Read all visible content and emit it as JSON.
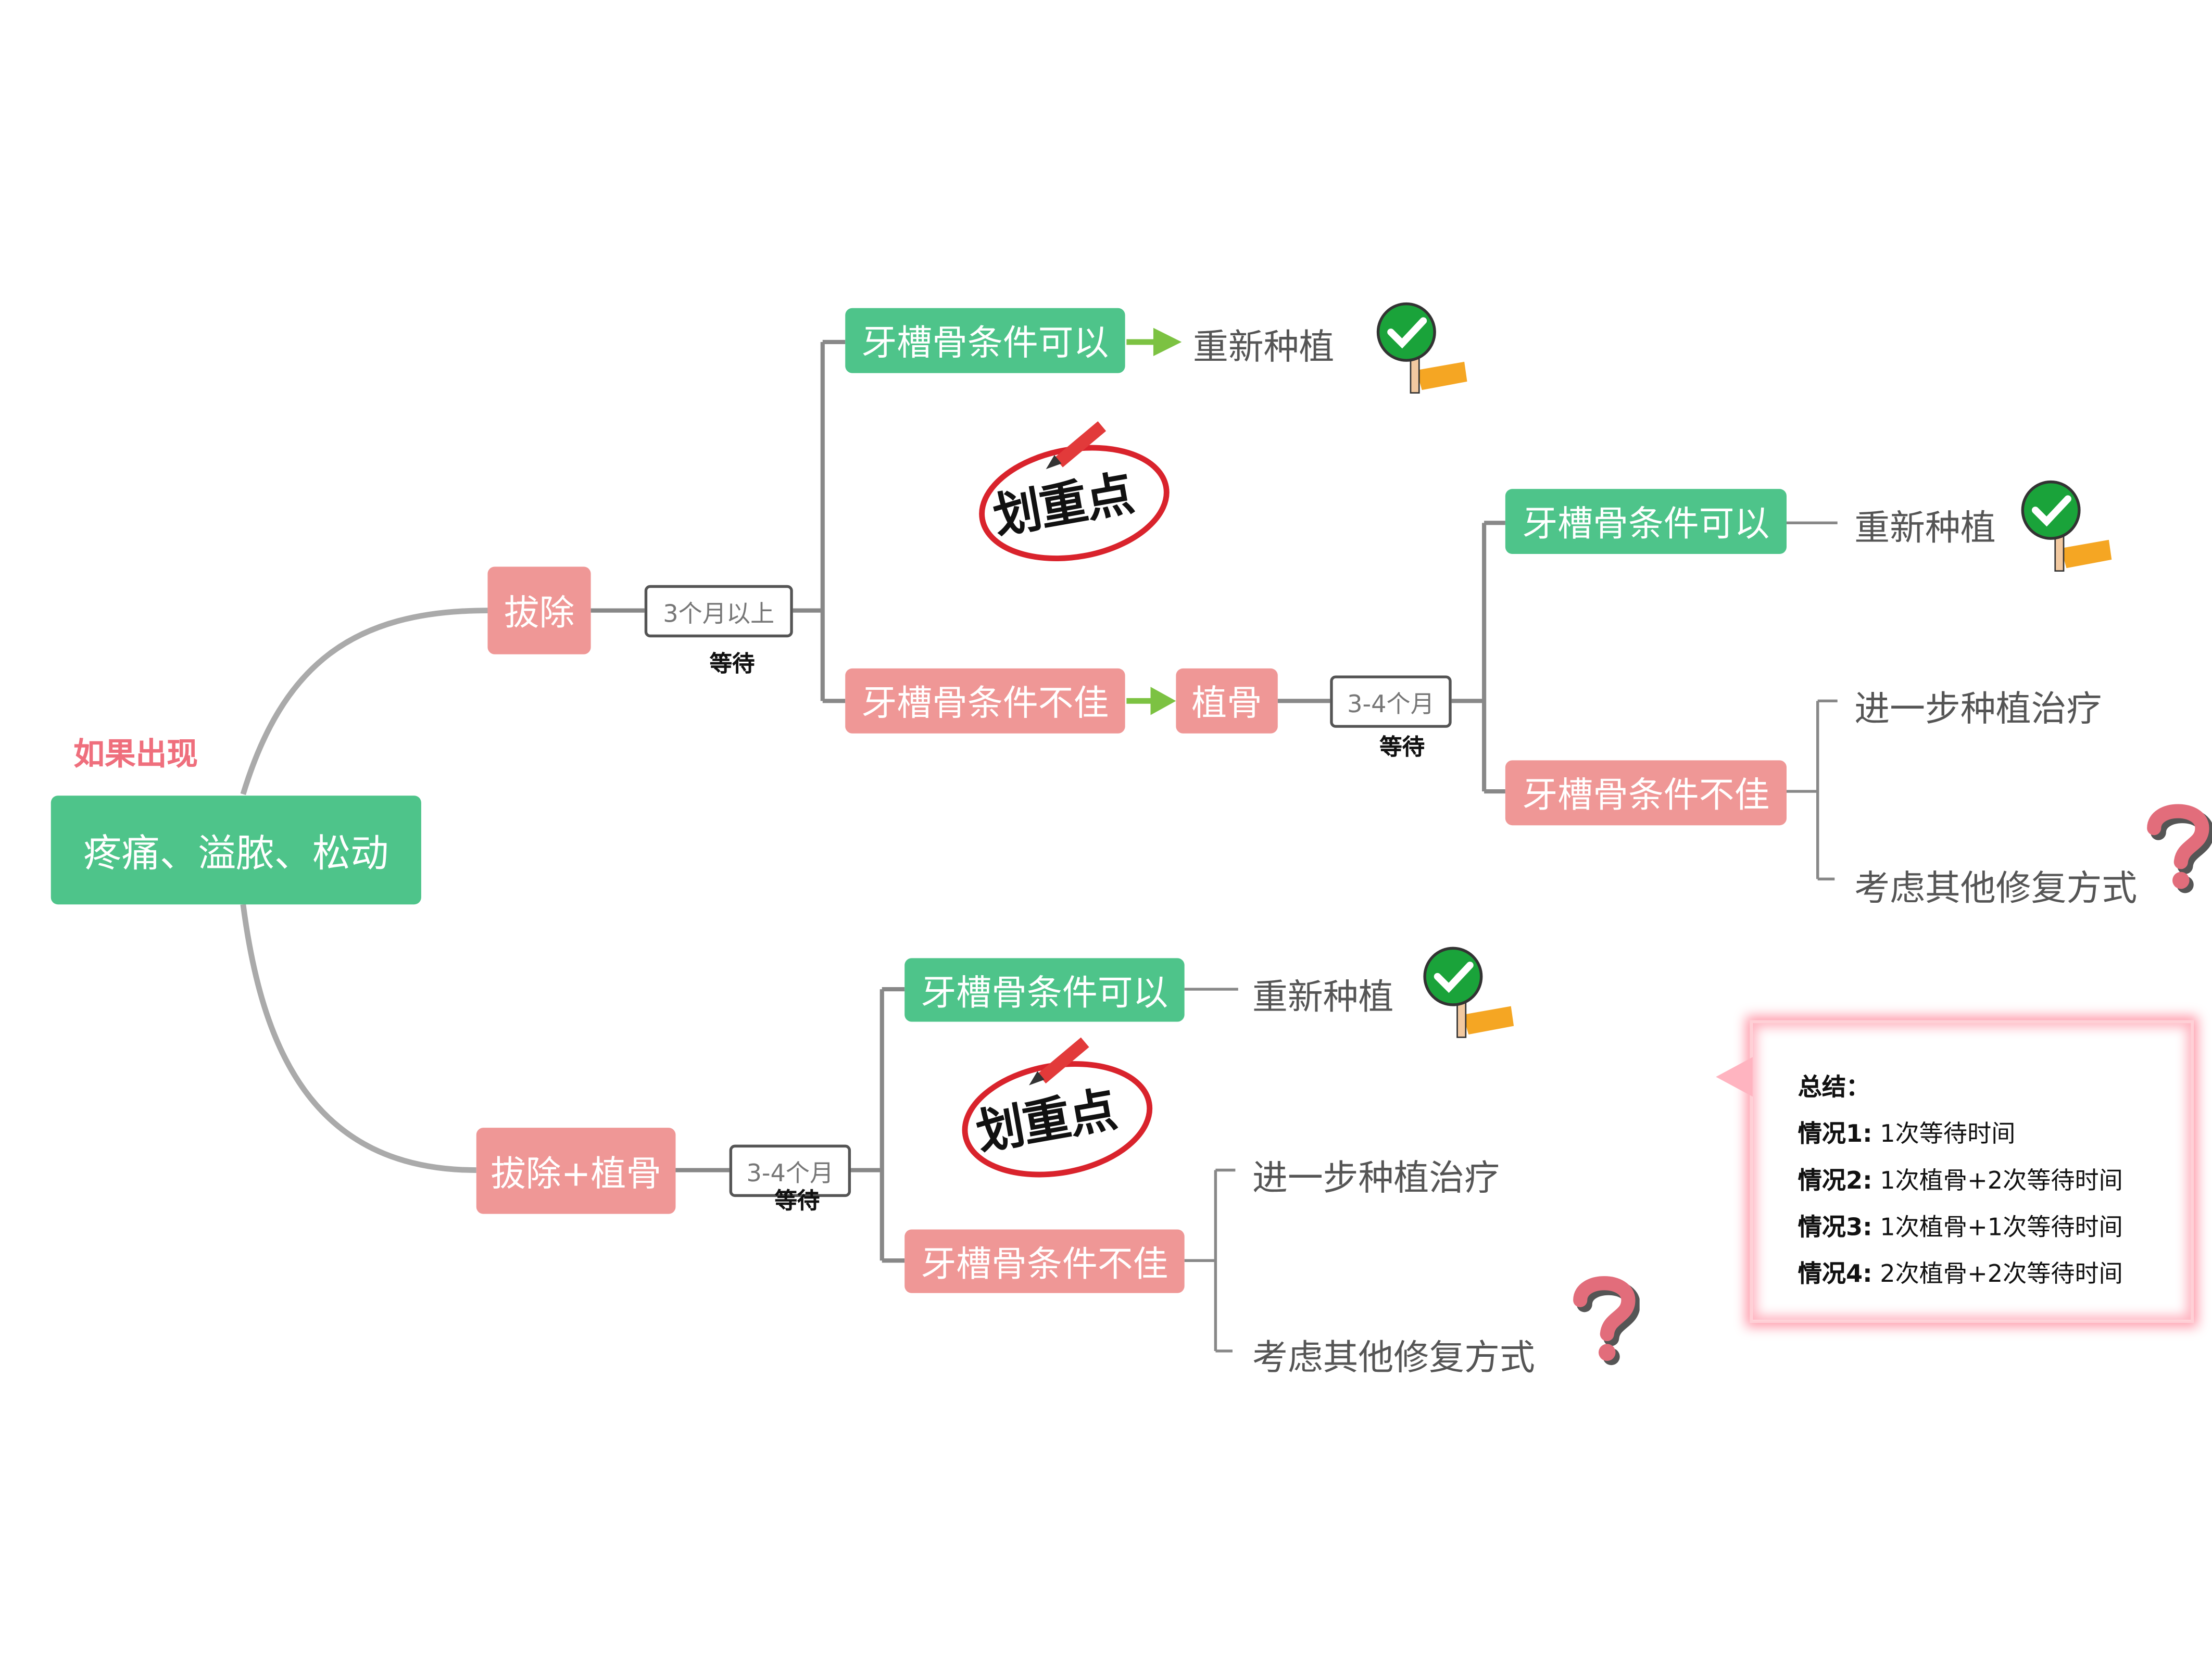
{
  "root": {
    "label": "疼痛、溢脓、松动",
    "if_label": "如果出现"
  },
  "branch_top": {
    "label": "拔除",
    "wait": {
      "duration": "3个月以上",
      "caption": "等待"
    },
    "good": {
      "label": "牙槽骨条件可以",
      "result": "重新种植"
    },
    "poor": {
      "label": "牙槽骨条件不佳"
    },
    "graft": {
      "label": "植骨"
    },
    "wait2": {
      "duration": "3-4个月",
      "caption": "等待"
    },
    "good2": {
      "label": "牙槽骨条件可以",
      "result": "重新种植"
    },
    "poor2": {
      "label": "牙槽骨条件不佳",
      "results": [
        "进一步种植治疗",
        "考虑其他修复方式"
      ]
    },
    "highlight_stamp": "划重点"
  },
  "branch_bottom": {
    "label": "拔除+植骨",
    "wait": {
      "duration": "3-4个月",
      "caption": "等待"
    },
    "good": {
      "label": "牙槽骨条件可以",
      "result": "重新种植"
    },
    "poor": {
      "label": "牙槽骨条件不佳",
      "results": [
        "进一步种植治疗",
        "考虑其他修复方式"
      ]
    },
    "highlight_stamp": "划重点"
  },
  "summary": {
    "title": "总结：",
    "rows": [
      {
        "label": "情况1:",
        "text": " 1次等待时间"
      },
      {
        "label": "情况2:",
        "text": " 1次植骨+2次等待时间"
      },
      {
        "label": "情况3:",
        "text": " 1次植骨+1次等待时间"
      },
      {
        "label": "情况4:",
        "text": " 2次植骨+2次等待时间"
      }
    ]
  },
  "colors": {
    "green": "#4ec48a",
    "pink": "#ef9796",
    "line": "#999999",
    "arrow": "#7cc242",
    "question": "#e26d7b",
    "stamp_red": "#d9232c"
  },
  "icons": [
    "check-sign-icon",
    "question-mark-icon",
    "pencil-icon",
    "highlight-stamp"
  ]
}
